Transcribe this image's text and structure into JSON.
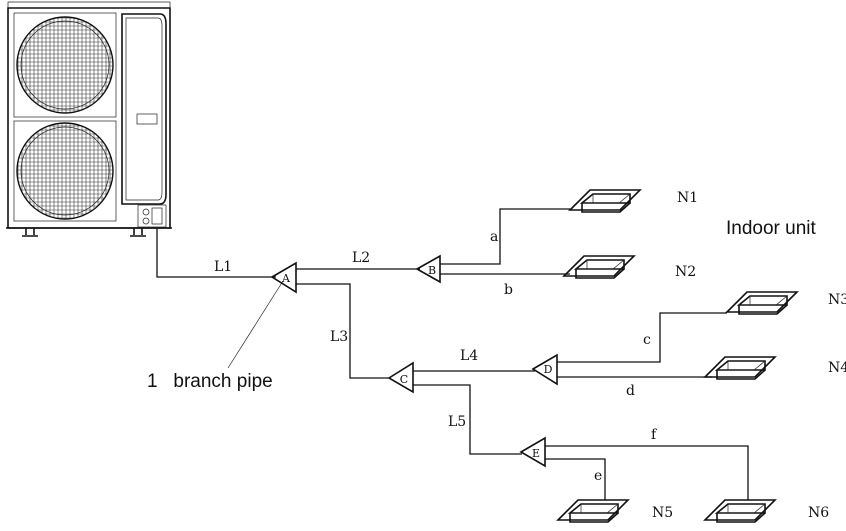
{
  "labels": {
    "indoor_unit": "Indoor unit",
    "branch_pipe": "1   branch pipe"
  },
  "branch_joints": {
    "a": "A",
    "b": "B",
    "c": "C",
    "d": "D",
    "e": "E"
  },
  "main_pipes": {
    "l1": "L1",
    "l2": "L2",
    "l3": "L3",
    "l4": "L4",
    "l5": "L5"
  },
  "branch_pipes": {
    "a": "a",
    "b": "b",
    "c": "c",
    "d": "d",
    "e": "e",
    "f": "f"
  },
  "indoor_units": {
    "n1": "N1",
    "n2": "N2",
    "n3": "N3",
    "n4": "N4",
    "n5": "N5",
    "n6": "N6"
  }
}
